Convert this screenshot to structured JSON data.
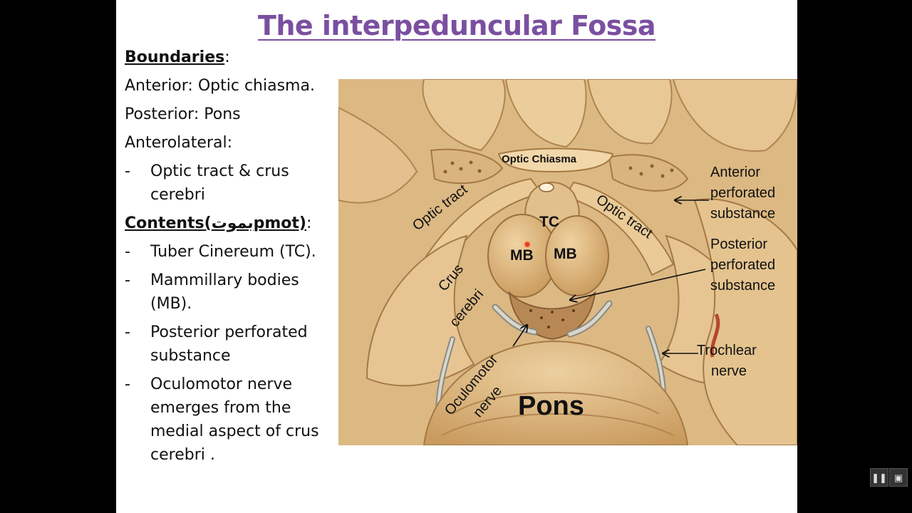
{
  "slide": {
    "title": "The interpeduncular Fossa",
    "boundaries_heading": "Boundaries",
    "boundaries_colon": ":",
    "anterior": "Anterior: Optic chiasma.",
    "posterior": "Posterior: Pons",
    "anterolateral": "Anterolateral:",
    "anterolateral_items": [
      "Optic tract & crus cerebri"
    ],
    "contents_heading": "Contents(بموتpmot)",
    "contents_colon": ":",
    "contents_items": [
      "Tuber Cinereum (TC).",
      "Mammillary bodies (MB).",
      "Posterior perforated substance",
      "Oculomotor nerve emerges from the medial aspect of crus cerebri ."
    ],
    "bullet": "-"
  },
  "figure": {
    "labels": {
      "optic_chiasma": "Optic Chiasma",
      "optic_tract_left": "Optic tract",
      "optic_tract_right": "Optic tract",
      "tc": "TC",
      "mb_left": "MB",
      "mb_right": "MB",
      "crus_line1": "Crus",
      "crus_line2": "cerebri",
      "oculomotor_line1": "Oculomotor",
      "oculomotor_line2": "nerve",
      "pons": "Pons",
      "anterior_perforated_line1": "Anterior",
      "anterior_perforated_line2": "perforated",
      "anterior_perforated_line3": "substance",
      "posterior_perforated_line1": "Posterior",
      "posterior_perforated_line2": "perforated",
      "posterior_perforated_line3": "substance",
      "trochlear_line1": "Trochlear",
      "trochlear_line2": "nerve"
    }
  },
  "controls": {
    "pause_icon": "pause-icon",
    "screen_icon": "screen-icon",
    "pause_glyph": "❚❚",
    "screen_glyph": "▣"
  },
  "colors": {
    "title": "#7b4fa0",
    "tissue": "#e1bf8a",
    "background": "#000000"
  }
}
